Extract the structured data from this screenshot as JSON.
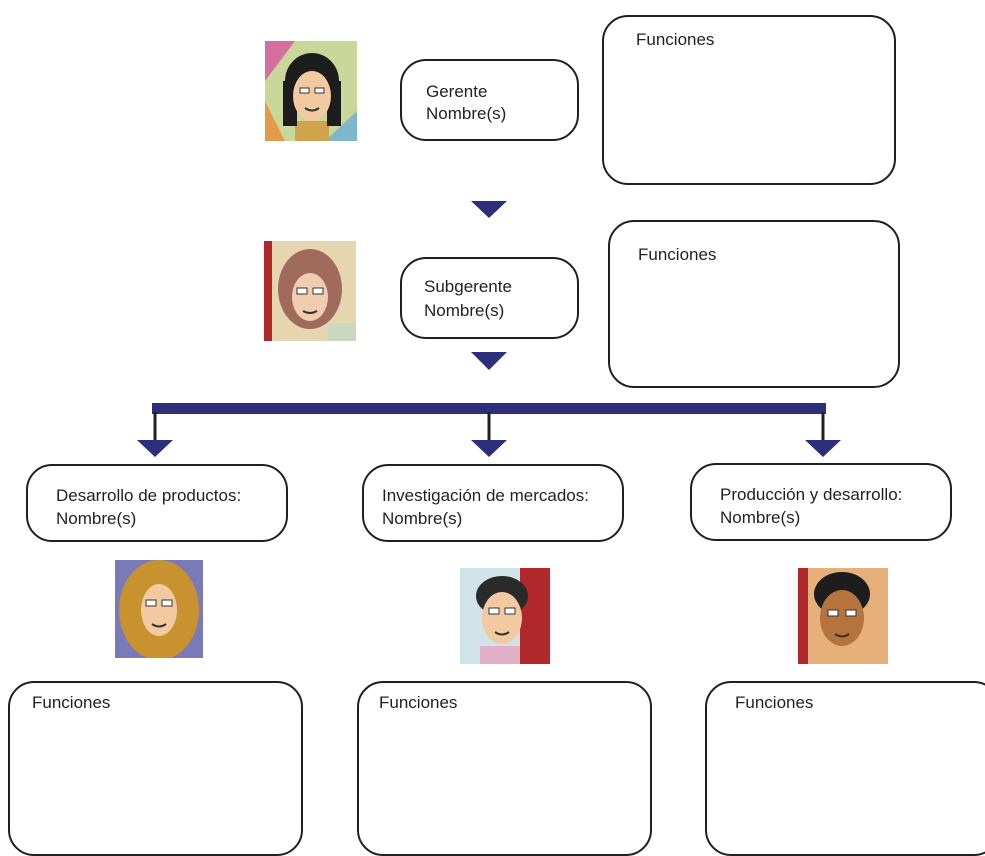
{
  "manager": {
    "title": "Gerente",
    "name_label": "Nombre(s)",
    "functions_label": "Funciones"
  },
  "submanager": {
    "title": "Subgerente",
    "name_label": "Nombre(s)",
    "functions_label": "Funciones"
  },
  "departments": [
    {
      "title": "Desarrollo de productos:",
      "name_label": "Nombre(s)",
      "functions_label": "Funciones"
    },
    {
      "title": "Investigación de mercados:",
      "name_label": "Nombre(s)",
      "functions_label": "Funciones"
    },
    {
      "title": "Producción y desarrollo:",
      "name_label": "Nombre(s)",
      "functions_label": "Funciones"
    }
  ],
  "colors": {
    "connector": "#2b2f7c",
    "box_border": "#231f20"
  }
}
